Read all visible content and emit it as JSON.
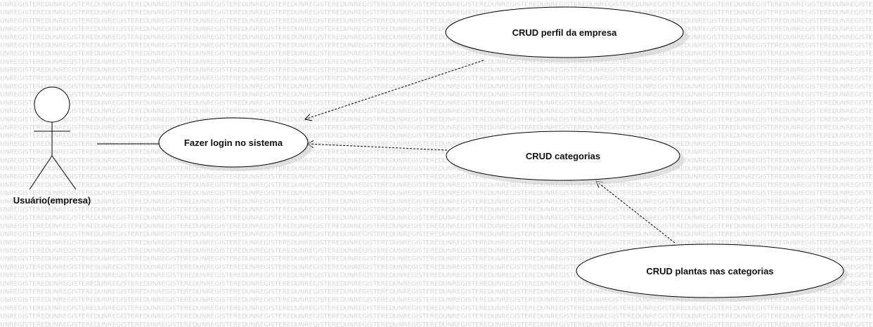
{
  "watermark": {
    "text": "UNREGISTERED"
  },
  "actor": {
    "name": "Usuário(empresa)"
  },
  "use_cases": [
    {
      "id": "uc-login",
      "label": "Fazer login no sistema"
    },
    {
      "id": "uc-perfil",
      "label": "CRUD perfil da empresa"
    },
    {
      "id": "uc-categorias",
      "label": "CRUD categorias"
    },
    {
      "id": "uc-plantas",
      "label": "CRUD plantas nas categorias"
    }
  ],
  "relations": [
    {
      "type": "association",
      "from": "actor",
      "to": "uc-login"
    },
    {
      "type": "dependency",
      "from": "uc-perfil",
      "to": "uc-login"
    },
    {
      "type": "dependency",
      "from": "uc-categorias",
      "to": "uc-login"
    },
    {
      "type": "dependency",
      "from": "uc-plantas",
      "to": "uc-categorias"
    }
  ],
  "colors": {
    "watermark": "#d4d4d4",
    "stroke": "#000000",
    "fill": "#ffffff",
    "shadow": "#cfcfcf"
  }
}
